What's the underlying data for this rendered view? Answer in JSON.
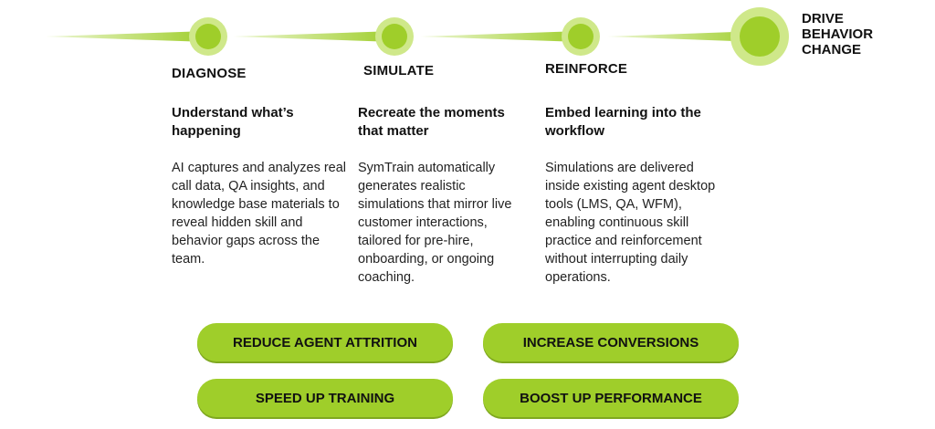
{
  "colors": {
    "accent": "#9fce2a",
    "accent_light": "#cfe88a",
    "beam_start": "#eef7d6"
  },
  "stages": [
    {
      "title": "DIAGNOSE",
      "heading": "Understand what’s happening",
      "description": "AI captures and analyzes real call data, QA insights, and knowledge base materials to reveal hidden skill and behavior gaps across the team."
    },
    {
      "title": "SIMULATE",
      "heading": "Recreate the moments that matter",
      "description": "SymTrain automatically generates realistic simulations that mirror live customer interactions, tailored for pre-hire, onboarding, or ongoing coaching."
    },
    {
      "title": "REINFORCE",
      "heading": "Embed learning into the workflow",
      "description": "Simulations are delivered inside existing agent desktop tools (LMS, QA, WFM), enabling continuous skill practice and reinforcement without interrupting daily operations."
    }
  ],
  "final": {
    "lines": [
      "DRIVE",
      "BEHAVIOR",
      "CHANGE"
    ]
  },
  "outcomes": [
    "REDUCE AGENT ATTRITION",
    "INCREASE CONVERSIONS",
    "SPEED UP TRAINING",
    "BOOST UP PERFORMANCE"
  ]
}
